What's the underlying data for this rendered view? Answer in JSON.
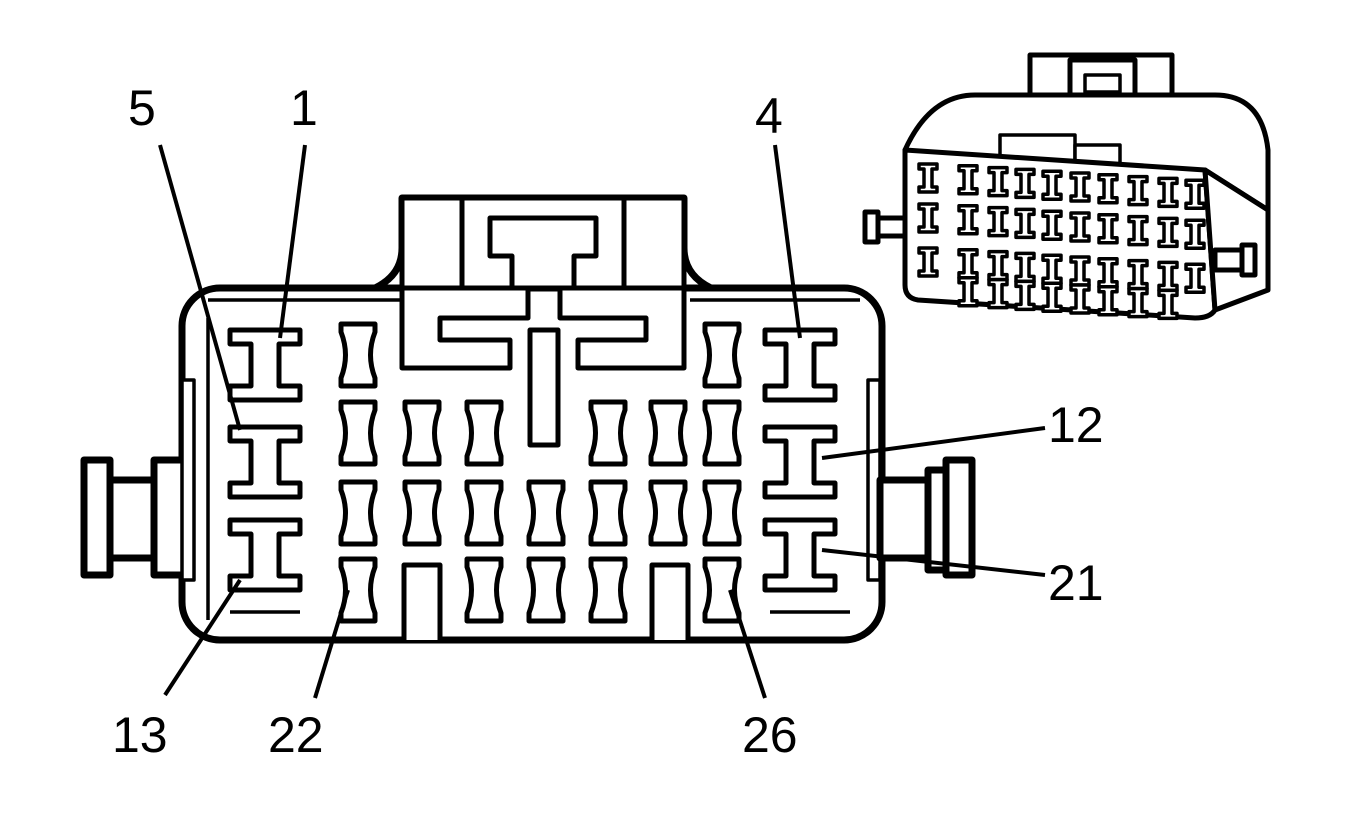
{
  "connector": {
    "pin_labels": [
      {
        "id": "label-5",
        "text": "5"
      },
      {
        "id": "label-1",
        "text": "1"
      },
      {
        "id": "label-4",
        "text": "4"
      },
      {
        "id": "label-12",
        "text": "12"
      },
      {
        "id": "label-21",
        "text": "21"
      },
      {
        "id": "label-13",
        "text": "13"
      },
      {
        "id": "label-22",
        "text": "22"
      },
      {
        "id": "label-26",
        "text": "26"
      }
    ]
  }
}
